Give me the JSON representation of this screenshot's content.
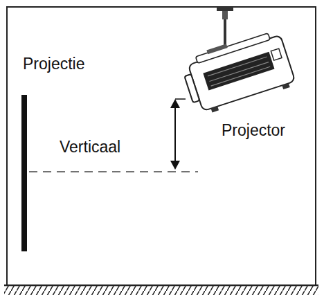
{
  "diagram": {
    "labels": [
      "Projectie",
      "Verticaal",
      "Projector"
    ]
  }
}
